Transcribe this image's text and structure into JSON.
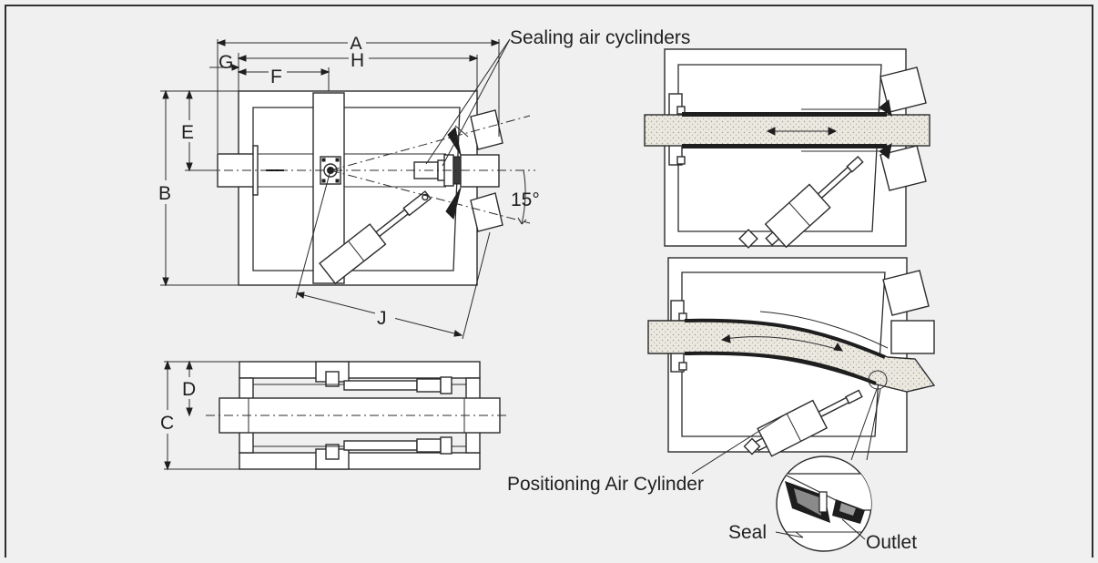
{
  "labels": {
    "dim_a": "A",
    "dim_b": "B",
    "dim_c": "C",
    "dim_d": "D",
    "dim_e": "E",
    "dim_f": "F",
    "dim_g": "G",
    "dim_h": "H",
    "dim_j": "J",
    "angle": "15°",
    "sealing_air_cylinders": "Sealing air cyclinders",
    "positioning_air_cylinder": "Positioning Air Cylinder",
    "seal": "Seal",
    "outlet": "Outlet"
  },
  "colors": {
    "background": "#f0f0f0",
    "border": "#1a1a1a",
    "line": "#2b2b2b",
    "tube_fill": "#e9e6de"
  }
}
